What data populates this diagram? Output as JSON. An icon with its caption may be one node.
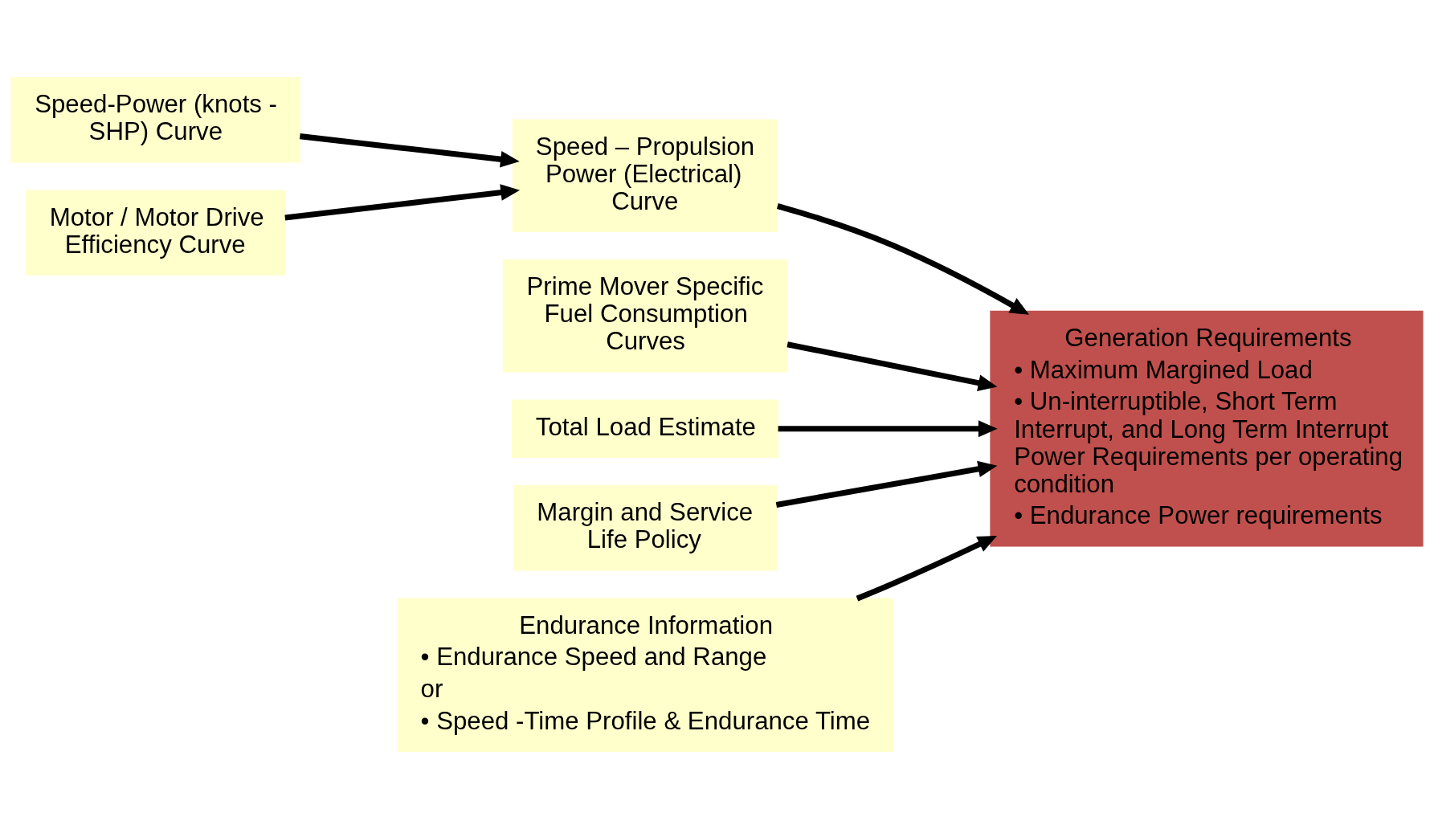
{
  "diagram": {
    "nodes": [
      {
        "text": [
          "Speed-Power (knots - SHP) Curve"
        ]
      },
      {
        "text": [
          "Motor / Motor Drive Efficiency Curve"
        ]
      },
      {
        "text": [
          "Speed – Propulsion Power (Electrical) Curve"
        ]
      },
      {
        "text": [
          "Prime Mover Specific Fuel Consumption Curves"
        ]
      },
      {
        "text": [
          "Total Load Estimate"
        ]
      },
      {
        "text": [
          "Margin and Service Life Policy"
        ]
      },
      {
        "text": [
          "Endurance Information",
          "• Endurance Speed and Range",
          "or",
          "• Speed -Time Profile & Endurance Time"
        ]
      },
      {
        "text": [
          "Generation Requirements",
          "• Maximum Margined Load",
          "• Un-interruptible, Short Term Interrupt, and Long Term Interrupt Power Requirements per operating condition",
          "• Endurance Power requirements"
        ]
      }
    ],
    "edges": [
      {
        "from": 0,
        "to": 2,
        "arrow": "to"
      },
      {
        "from": 1,
        "to": 2,
        "arrow": "to"
      },
      {
        "from": 2,
        "to": 7,
        "arrow": "to"
      },
      {
        "from": 3,
        "to": 7,
        "arrow": "to"
      },
      {
        "from": 4,
        "to": 7,
        "arrow": "to"
      },
      {
        "from": 5,
        "to": 7,
        "arrow": "to"
      },
      {
        "from": 6,
        "to": 7,
        "arrow": "to"
      }
    ]
  }
}
